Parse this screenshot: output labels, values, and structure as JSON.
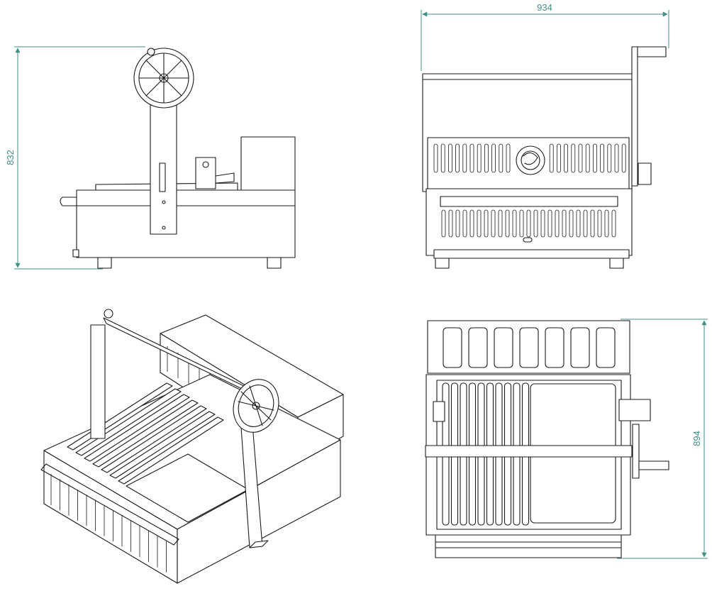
{
  "dimensions": {
    "height": "832",
    "width": "934",
    "depth": "894"
  },
  "colors": {
    "dimension_line": "#3f8f87",
    "drawing_line": "#1a1a1a",
    "background": "#ffffff"
  }
}
